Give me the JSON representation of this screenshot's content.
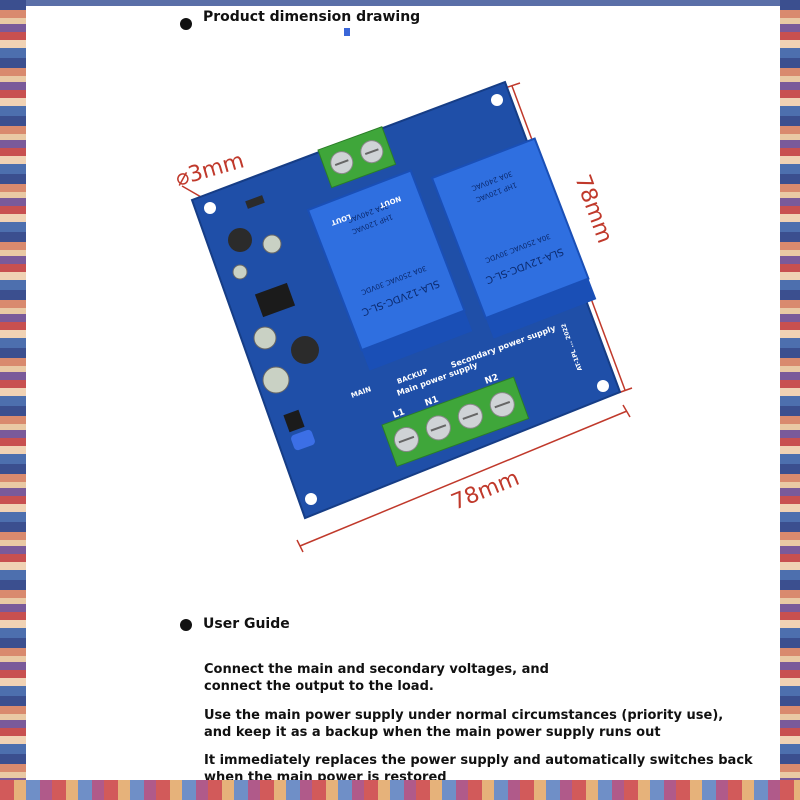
{
  "sections": {
    "dimension": {
      "title": "Product dimension drawing"
    },
    "guide": {
      "title": "User Guide"
    }
  },
  "dimensions": {
    "hole": "⌀3mm",
    "width": "78mm",
    "height": "78mm"
  },
  "board": {
    "relays": [
      {
        "model": "SLA-12VDC-SL-C",
        "rating_1": "30A 250VAC 30VDC",
        "rating_2": "1HP 120VAC",
        "rating_3": "30A 240VAC"
      },
      {
        "model": "SLA-12VDC-SL-C",
        "rating_1": "30A 250VAC 30VDC",
        "rating_2": "1HP 120VAC",
        "rating_3": "30A 240VAC"
      }
    ],
    "out_labels": {
      "l": "LOUT",
      "n": "NOUT"
    },
    "labels": {
      "backup": "BACKUP",
      "main": "MAIN",
      "main_supply": "Main power supply",
      "secondary_supply": "Secondary power supply",
      "l1": "L1",
      "n1": "N1",
      "n2": "N2"
    },
    "serial": "AT-1PL ... 2022"
  },
  "guide": {
    "paragraphs": [
      [
        "Connect the main and secondary voltages, and",
        "connect the output to the load."
      ],
      [
        "Use the main power supply under normal circumstances (priority use),",
        "and keep it as a backup when the main power supply runs out"
      ],
      [
        "It immediately replaces the power supply and automatically switches back",
        "when the main power is restored"
      ]
    ]
  },
  "colors": {
    "pcb": "#1f4fa8",
    "relay": "#2f6fe0",
    "terminal": "#3fa63a",
    "dimension": "#c0392b"
  }
}
